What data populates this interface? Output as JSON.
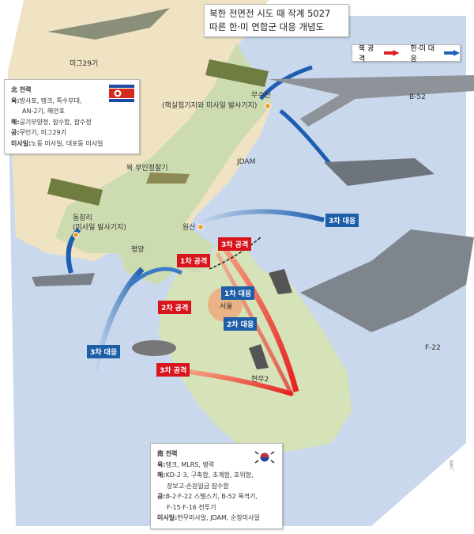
{
  "title": {
    "line1": "북한 전면전 시도 때 작계 5027",
    "line2": "따른 한·미 연합군 대응 개념도"
  },
  "legend": {
    "north_attack": "북 공격",
    "allied_response": "한·미 대응",
    "attack_color": "#e02020",
    "response_color": "#1c64b8"
  },
  "north_forces": {
    "heading": "北 전력",
    "lines": [
      {
        "key": "육:",
        "value": "방사포, 탱크, 특수부대,"
      },
      {
        "key": "",
        "value": "AN-2기, 해안포"
      },
      {
        "key": "해:",
        "value": "공기부양정, 잠수함, 잠수정"
      },
      {
        "key": "공:",
        "value": "무인기, 미그29기"
      },
      {
        "key": "미사일:",
        "value": "노동 미사일, 대포동 미사일"
      }
    ]
  },
  "south_forces": {
    "heading": "南 전력",
    "lines": [
      {
        "key": "육:",
        "value": "탱크, MLRS, 병력"
      },
      {
        "key": "해:",
        "value": "KD-2·3, 구축함, 초계함, 호위함,"
      },
      {
        "key": "",
        "value": "장보고·손원일급 잠수함"
      },
      {
        "key": "공:",
        "value": "B-2·F-22 스텔스기, B-52 폭격기,"
      },
      {
        "key": "",
        "value": "F-15·F-16 전투기"
      },
      {
        "key": "미사일:",
        "value": "현무미사일, JDAM, 순항미사일"
      }
    ]
  },
  "places": {
    "musudan": "무수단",
    "musudan_desc": "(핵실험기지와 미사일 발사기지)",
    "dongchangri": "동창리",
    "dongchangri_desc": "(미사일 발사기지)",
    "wonsan": "원산",
    "pyongyang": "평양",
    "seoul": "서울"
  },
  "weapons": {
    "mig29": "미그29기",
    "b52": "B-52",
    "jdam": "JDAM",
    "uav": "북 무인정찰기",
    "hyunmoo": "현무2",
    "f22": "F-22"
  },
  "tags": {
    "attack1": "1차 공격",
    "attack2": "2차 공격",
    "attack3_north": "3차 공격",
    "attack3_west": "3차 공격",
    "response1": "1차 대응",
    "response2": "2차 대응",
    "response3_east": "3차 대응",
    "response3_west": "3차 대응"
  },
  "credit": "그래픽"
}
